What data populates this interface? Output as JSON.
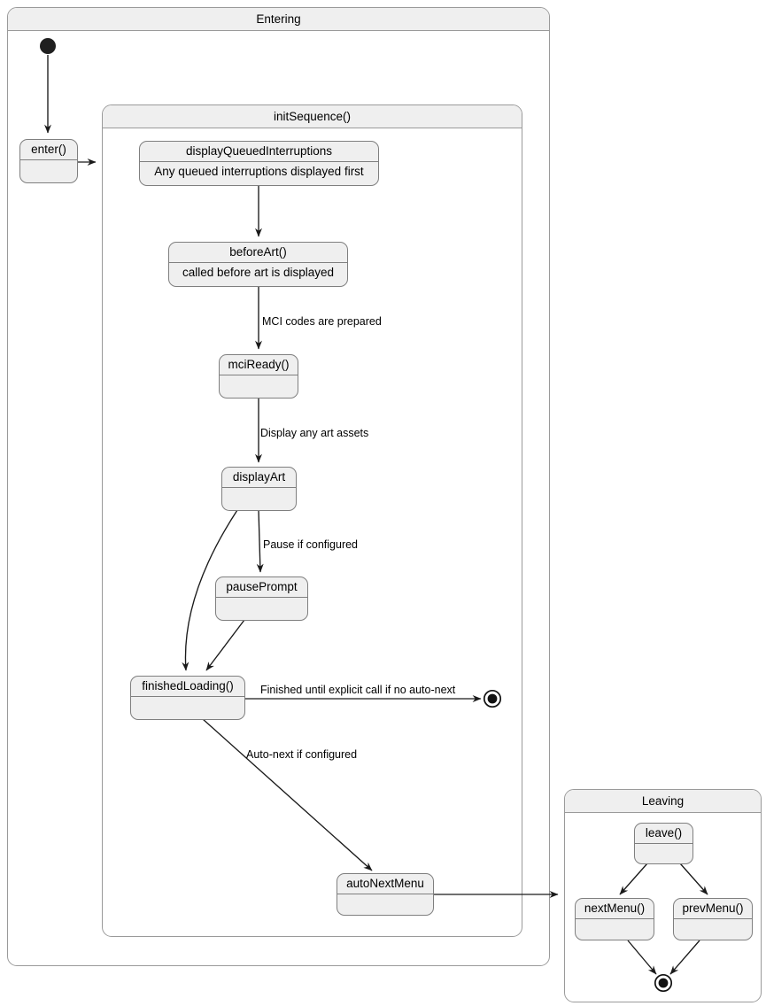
{
  "diagram": {
    "type": "uml-state-machine",
    "title_visible": false,
    "colors": {
      "state_fill": "#efefef",
      "frame_fill": "#ffffff",
      "frame_header_fill": "#efefef",
      "border": "#7f7f7f",
      "frame_border": "#9a9a9a",
      "text": "#000000",
      "edge": "#1a1a1a"
    }
  },
  "frames": {
    "entering": {
      "label": "Entering"
    },
    "init_sequence": {
      "label": "initSequence()"
    },
    "leaving": {
      "label": "Leaving"
    }
  },
  "states": {
    "enter": {
      "name": "enter()",
      "body": ""
    },
    "display_queued_interruptions": {
      "name": "displayQueuedInterruptions",
      "body": "Any queued interruptions displayed first"
    },
    "before_art": {
      "name": "beforeArt()",
      "body": "called before art is displayed"
    },
    "mci_ready": {
      "name": "mciReady()",
      "body": ""
    },
    "display_art": {
      "name": "displayArt",
      "body": ""
    },
    "pause_prompt": {
      "name": "pausePrompt",
      "body": ""
    },
    "finished_loading": {
      "name": "finishedLoading()",
      "body": ""
    },
    "auto_next_menu": {
      "name": "autoNextMenu",
      "body": ""
    },
    "leave": {
      "name": "leave()",
      "body": ""
    },
    "next_menu": {
      "name": "nextMenu()",
      "body": ""
    },
    "prev_menu": {
      "name": "prevMenu()",
      "body": ""
    }
  },
  "pseudostates": {
    "initial": {
      "kind": "initial-state",
      "label": ""
    },
    "final_entering": {
      "kind": "final-state",
      "label": ""
    },
    "final_leaving": {
      "kind": "final-state",
      "label": ""
    }
  },
  "transitions": [
    {
      "id": "t1",
      "from": "initial",
      "to": "enter",
      "label": ""
    },
    {
      "id": "t2",
      "from": "enter",
      "to": "init_sequence",
      "label": ""
    },
    {
      "id": "t3",
      "from": "display_queued_interruptions",
      "to": "before_art",
      "label": ""
    },
    {
      "id": "t4",
      "from": "before_art",
      "to": "mci_ready",
      "label": "MCI codes are prepared"
    },
    {
      "id": "t5",
      "from": "mci_ready",
      "to": "display_art",
      "label": "Display any art assets"
    },
    {
      "id": "t6",
      "from": "display_art",
      "to": "pause_prompt",
      "label": "Pause if configured"
    },
    {
      "id": "t7",
      "from": "display_art",
      "to": "finished_loading",
      "label": ""
    },
    {
      "id": "t8",
      "from": "pause_prompt",
      "to": "finished_loading",
      "label": ""
    },
    {
      "id": "t9",
      "from": "finished_loading",
      "to": "final_entering",
      "label": "Finished until explicit call if no auto-next"
    },
    {
      "id": "t10",
      "from": "finished_loading",
      "to": "auto_next_menu",
      "label": "Auto-next if configured"
    },
    {
      "id": "t11",
      "from": "auto_next_menu",
      "to": "leaving",
      "label": ""
    },
    {
      "id": "t12",
      "from": "leave",
      "to": "next_menu",
      "label": ""
    },
    {
      "id": "t13",
      "from": "leave",
      "to": "prev_menu",
      "label": ""
    },
    {
      "id": "t14",
      "from": "next_menu",
      "to": "final_leaving",
      "label": ""
    },
    {
      "id": "t15",
      "from": "prev_menu",
      "to": "final_leaving",
      "label": ""
    }
  ],
  "edge_labels": {
    "mci_codes": "MCI codes are prepared",
    "display_art_assets": "Display any art assets",
    "pause_if_configured": "Pause if configured",
    "finished_until_explicit": "Finished until explicit call if no auto-next",
    "auto_next_if_configured": "Auto-next if configured"
  }
}
